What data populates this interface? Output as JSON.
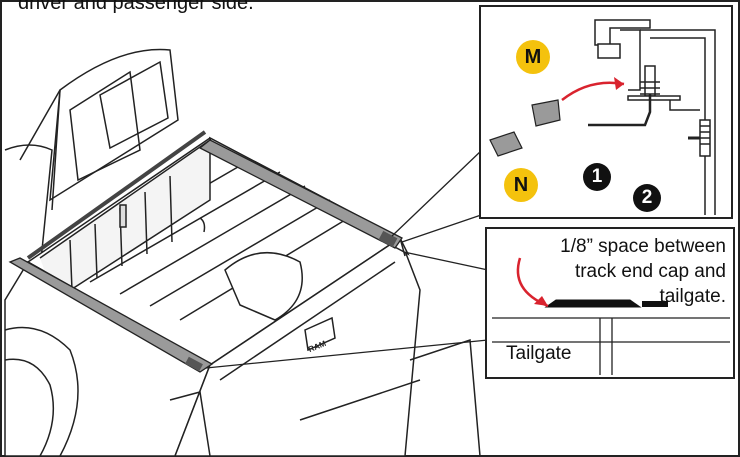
{
  "caption": {
    "top_line": "driver and passenger side."
  },
  "detail_top": {
    "label_m": "M",
    "label_n": "N",
    "step_1": "1",
    "step_2": "2"
  },
  "detail_bottom": {
    "line1": "1/8” space between",
    "line2": "track end cap and",
    "line3": "tailgate.",
    "tailgate_label": "Tailgate"
  },
  "truck": {
    "badge_text": "RAM"
  },
  "colors": {
    "badge_yellow": "#f4c20d",
    "rail_gray": "#9a9a9a",
    "arrow_red": "#d9232e"
  }
}
